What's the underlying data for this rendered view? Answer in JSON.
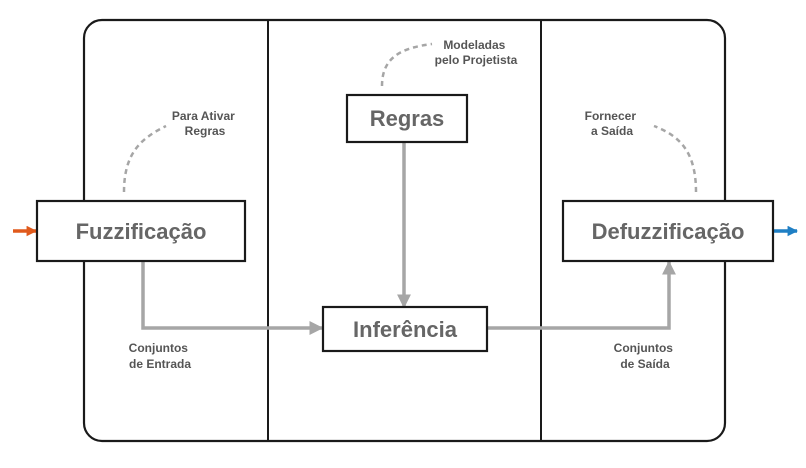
{
  "blocks": {
    "fuzzification": "Fuzzificação",
    "rules": "Regras",
    "inference": "Inferência",
    "defuzzification": "Defuzzificação"
  },
  "notes": {
    "rules_source": [
      "Modeladas",
      "pelo Projetista"
    ],
    "activate_rules": [
      "Para Ativar",
      "Regras"
    ],
    "provide_output": [
      "Fornecer",
      "a Saída"
    ],
    "input_sets": [
      "Conjuntos",
      "de Entrada"
    ],
    "output_sets": [
      "Conjuntos",
      "de Saída"
    ]
  },
  "colors": {
    "input_arrow": "#e05a1c",
    "output_arrow": "#1f7fc4",
    "flow_arrow": "#a6a6a6",
    "dashed_curve": "#a6a6a6",
    "frame": "#1a1a1a",
    "box_text": "#666666",
    "note_text": "#555555"
  }
}
